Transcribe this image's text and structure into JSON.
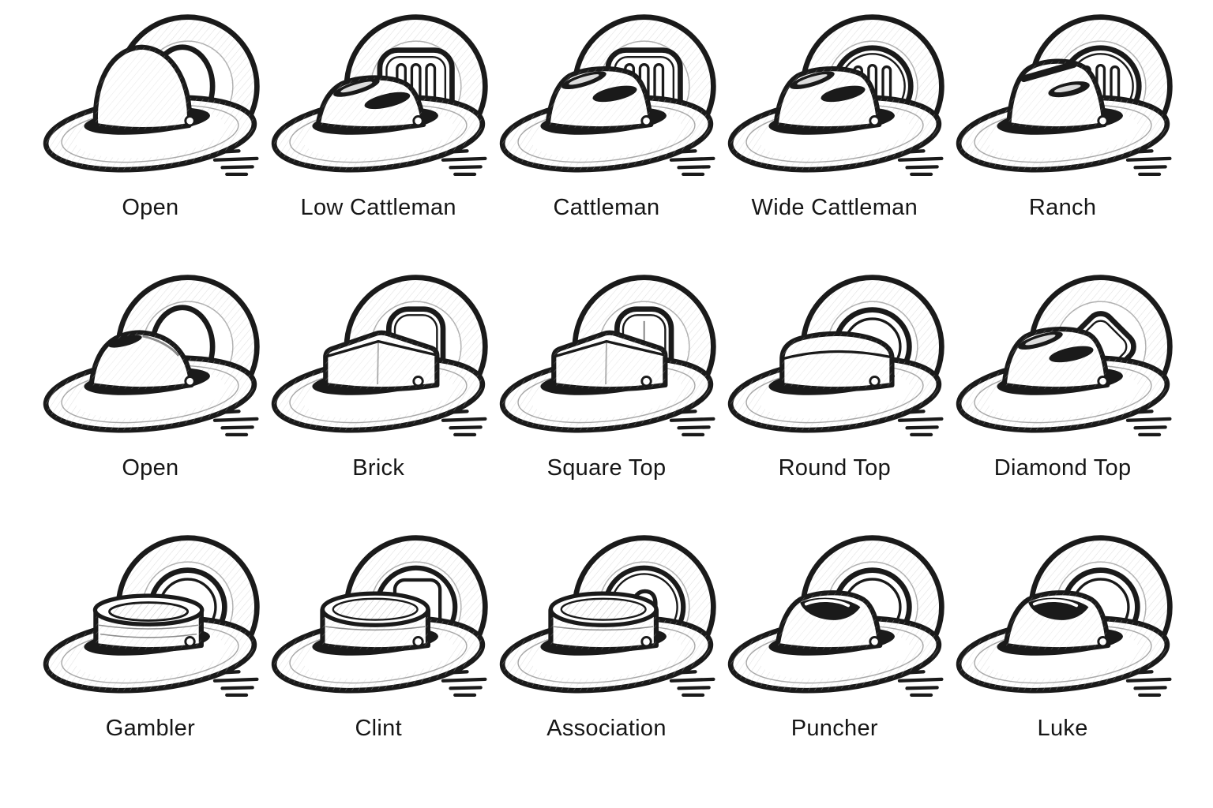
{
  "page": {
    "background": "#ffffff",
    "ink": "#1a1a1a"
  },
  "chart": {
    "kind": "cowboy-hat-crown-styles-reference",
    "rows": 3,
    "cols": 5,
    "cells": [
      {
        "label": "Open",
        "crown": "dome",
        "top_view": "oval-opening"
      },
      {
        "label": "Low Cattleman",
        "crown": "crease-low",
        "top_view": "square-three-bars"
      },
      {
        "label": "Cattleman",
        "crown": "crease",
        "top_view": "square-three-bars"
      },
      {
        "label": "Wide Cattleman",
        "crown": "crease",
        "top_view": "circle-three-bars"
      },
      {
        "label": "Ranch",
        "crown": "crease-tall",
        "top_view": "circle-three-bars"
      },
      {
        "label": "Open",
        "crown": "dome-pinch",
        "top_view": "oval-opening"
      },
      {
        "label": "Brick",
        "crown": "box",
        "top_view": "rounded-rect"
      },
      {
        "label": "Square Top",
        "crown": "box",
        "top_view": "rounded-rect-line"
      },
      {
        "label": "Round Top",
        "crown": "box-round",
        "top_view": "ring"
      },
      {
        "label": "Diamond Top",
        "crown": "crease",
        "top_view": "diamond"
      },
      {
        "label": "Gambler",
        "crown": "telescope",
        "top_view": "ring"
      },
      {
        "label": "Clint",
        "crown": "cylinder-open",
        "top_view": "square-small"
      },
      {
        "label": "Association",
        "crown": "cylinder-open",
        "top_view": "n-squiggle"
      },
      {
        "label": "Puncher",
        "crown": "pinch",
        "top_view": "ring"
      },
      {
        "label": "Luke",
        "crown": "pinch",
        "top_view": "ring"
      }
    ]
  }
}
